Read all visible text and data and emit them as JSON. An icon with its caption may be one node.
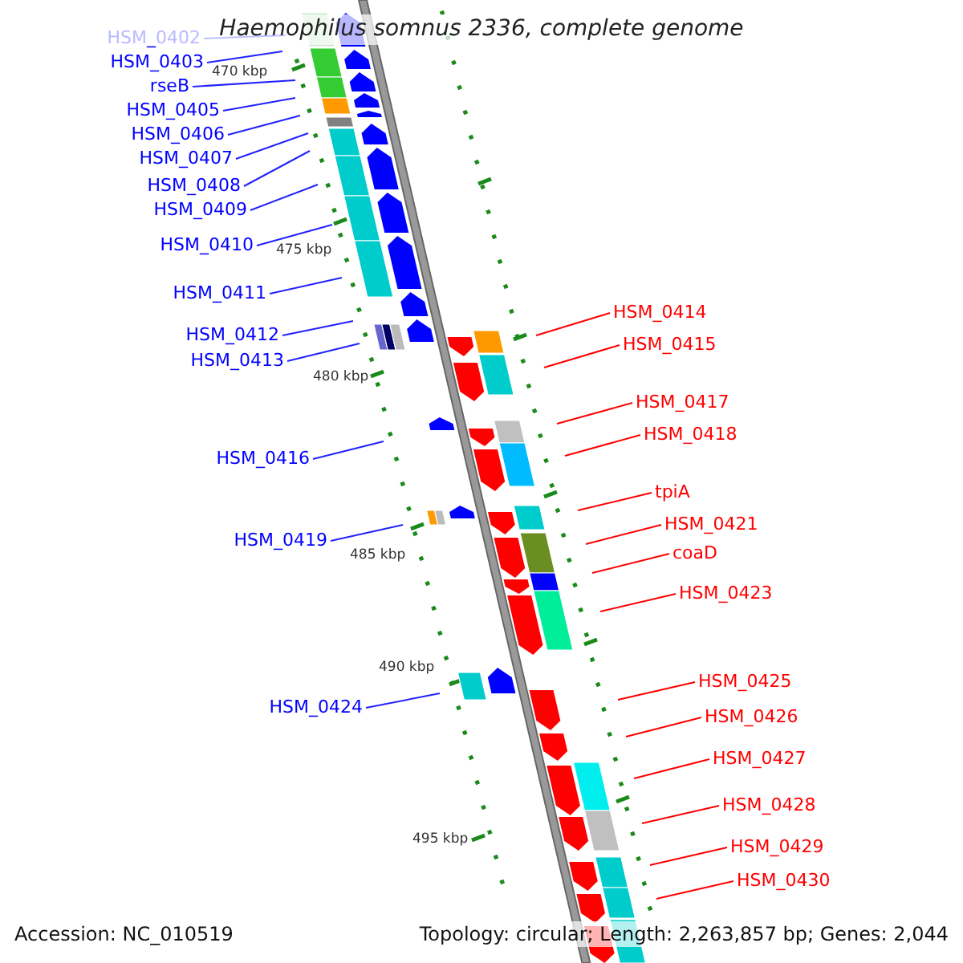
{
  "diagram": {
    "title": "Haemophilus somnus 2336, complete genome",
    "nodes": [
      {
        "text": [
          "HSM_0402"
        ]
      },
      {
        "text": [
          "HSM_0403"
        ]
      },
      {
        "text": [
          "rseB"
        ]
      },
      {
        "text": [
          "HSM_0405"
        ]
      },
      {
        "text": [
          "HSM_0406"
        ]
      },
      {
        "text": [
          "HSM_0407"
        ]
      },
      {
        "text": [
          "HSM_0408"
        ]
      },
      {
        "text": [
          "HSM_0409"
        ]
      },
      {
        "text": [
          "HSM_0410"
        ]
      },
      {
        "text": [
          "HSM_0411"
        ]
      },
      {
        "text": [
          "HSM_0412"
        ]
      },
      {
        "text": [
          "HSM_0413"
        ]
      },
      {
        "text": [
          "HSM_0414"
        ]
      },
      {
        "text": [
          "HSM_0415"
        ]
      },
      {
        "text": [
          "HSM_0416"
        ]
      },
      {
        "text": [
          "HSM_0417"
        ]
      },
      {
        "text": [
          "HSM_0418"
        ]
      },
      {
        "text": [
          "HSM_0419"
        ]
      },
      {
        "text": [
          "tpiA"
        ]
      },
      {
        "text": [
          "HSM_0421"
        ]
      },
      {
        "text": [
          "coaD"
        ]
      },
      {
        "text": [
          "HSM_0423"
        ]
      },
      {
        "text": [
          "HSM_0424"
        ]
      },
      {
        "text": [
          "HSM_0425"
        ]
      },
      {
        "text": [
          "HSM_0426"
        ]
      },
      {
        "text": [
          "HSM_0427"
        ]
      },
      {
        "text": [
          "HSM_0428"
        ]
      },
      {
        "text": [
          "HSM_0429"
        ]
      },
      {
        "text": [
          "HSM_0430"
        ]
      }
    ],
    "edges": [
      {
        "from": 0,
        "to": null,
        "arrow": "none"
      },
      {
        "from": 1,
        "to": null,
        "arrow": "none"
      },
      {
        "from": 2,
        "to": null,
        "arrow": "none"
      },
      {
        "from": 3,
        "to": null,
        "arrow": "none"
      },
      {
        "from": 4,
        "to": null,
        "arrow": "none"
      },
      {
        "from": 5,
        "to": null,
        "arrow": "none"
      },
      {
        "from": 6,
        "to": null,
        "arrow": "none"
      },
      {
        "from": 7,
        "to": null,
        "arrow": "none"
      },
      {
        "from": 8,
        "to": null,
        "arrow": "none"
      },
      {
        "from": 9,
        "to": null,
        "arrow": "none"
      },
      {
        "from": 10,
        "to": null,
        "arrow": "none"
      },
      {
        "from": 11,
        "to": null,
        "arrow": "none"
      },
      {
        "from": 12,
        "to": null,
        "arrow": "none",
        "color": "#ff0000"
      },
      {
        "from": 13,
        "to": null,
        "arrow": "none",
        "color": "#ff0000"
      },
      {
        "from": 14,
        "to": null,
        "arrow": "none"
      },
      {
        "from": 15,
        "to": null,
        "arrow": "none",
        "color": "#ff0000"
      },
      {
        "from": 16,
        "to": null,
        "arrow": "none",
        "color": "#ff0000"
      },
      {
        "from": 17,
        "to": null,
        "arrow": "none"
      },
      {
        "from": 18,
        "to": null,
        "arrow": "none",
        "color": "#ff0000"
      },
      {
        "from": 19,
        "to": null,
        "arrow": "none",
        "color": "#ff0000"
      },
      {
        "from": 20,
        "to": null,
        "arrow": "none",
        "color": "#ff0000"
      },
      {
        "from": 21,
        "to": null,
        "arrow": "none",
        "color": "#ff0000"
      },
      {
        "from": 22,
        "to": null,
        "arrow": "none"
      },
      {
        "from": 23,
        "to": null,
        "arrow": "none",
        "color": "#ff0000"
      },
      {
        "from": 24,
        "to": null,
        "arrow": "none",
        "color": "#ff0000"
      },
      {
        "from": 25,
        "to": null,
        "arrow": "none",
        "color": "#ff0000"
      },
      {
        "from": 26,
        "to": null,
        "arrow": "none",
        "color": "#ff0000"
      },
      {
        "from": 27,
        "to": null,
        "arrow": "none",
        "color": "#ff0000"
      },
      {
        "from": 28,
        "to": null,
        "arrow": "none",
        "color": "#ff0000"
      }
    ],
    "labels": [
      "470 kbp",
      "475 kbp",
      "480 kbp",
      "485 kbp",
      "490 kbp",
      "495 kbp",
      "Accession: NC_010519",
      "Topology: circular; Length: 2,263,857 bp; Genes: 2,044"
    ]
  }
}
